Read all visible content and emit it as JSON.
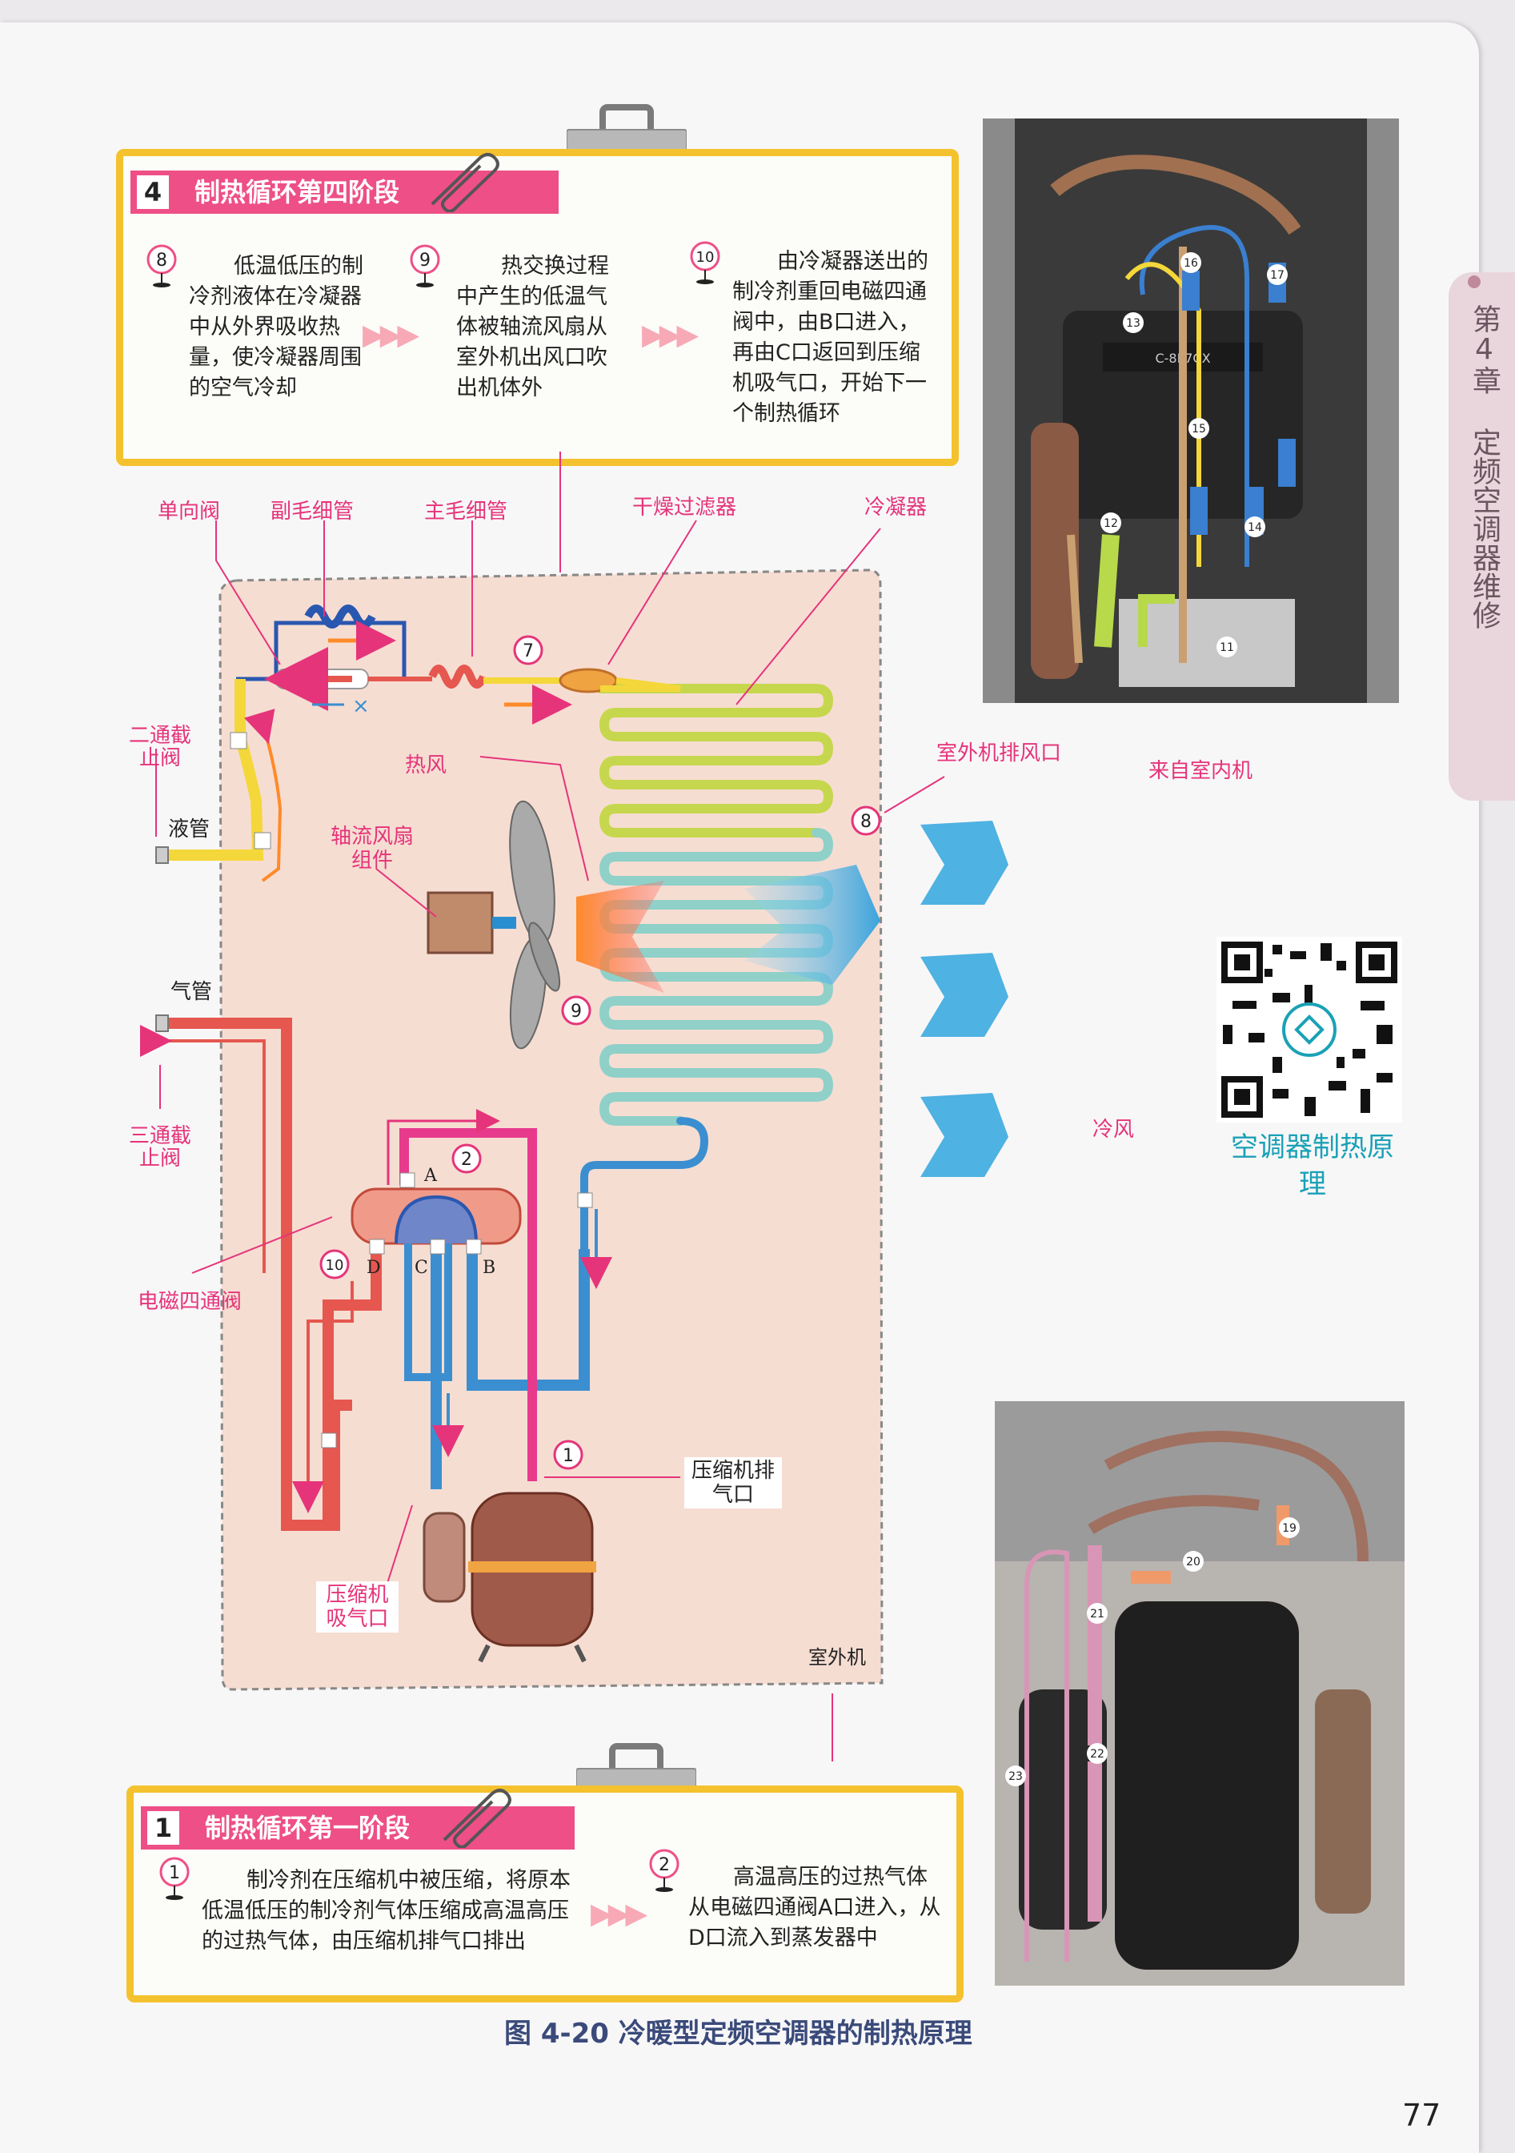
{
  "chapter_tab": "第4章 定频空调器维修",
  "stage4": {
    "number": "4",
    "title": "制热循环第四阶段",
    "steps": [
      {
        "marker": "8",
        "text": "低温低压的制冷剂液体在冷凝器中从外界吸收热量，使冷凝器周围的空气冷却"
      },
      {
        "marker": "9",
        "text": "热交换过程中产生的低温气体被轴流风扇从室外机出风口吹出机体外"
      },
      {
        "marker": "10",
        "text": "由冷凝器送出的制冷剂重回电磁四通阀中，由B口进入，再由C口返回到压缩机吸气口，开始下一个制热循环"
      }
    ]
  },
  "stage1": {
    "number": "1",
    "title": "制热循环第一阶段",
    "steps": [
      {
        "marker": "1",
        "text": "制冷剂在压缩机中被压缩，将原本低温低压的制冷剂气体压缩成高温高压的过热气体，由压缩机排气口排出"
      },
      {
        "marker": "2",
        "text": "高温高压的过热气体从电磁四通阀A口进入，从D口流入到蒸发器中"
      }
    ]
  },
  "diagram": {
    "labels": {
      "check_valve": "单向阀",
      "aux_capillary": "副毛细管",
      "main_capillary": "主毛细管",
      "drier_filter": "干燥过滤器",
      "condenser": "冷凝器",
      "two_way_valve": "二通截止阀",
      "liquid_pipe": "液管",
      "hot_air": "热风",
      "axial_fan": "轴流风扇组件",
      "gas_pipe": "气管",
      "three_way_valve": "三通截止阀",
      "four_way_valve": "电磁四通阀",
      "compressor_outlet": "压缩机排气口",
      "compressor_inlet": "压缩机吸气口",
      "outdoor_unit": "室外机",
      "outdoor_exhaust": "室外机排风口",
      "cold_air": "冷风",
      "from_indoor": "来自室内机"
    },
    "valve_ports": {
      "a": "A",
      "b": "B",
      "c": "C",
      "d": "D"
    },
    "markers": {
      "m1": "1",
      "m2": "2",
      "m7": "7",
      "m8": "8",
      "m9": "9",
      "m10": "10"
    }
  },
  "photo_top_markers": [
    "11",
    "12",
    "13",
    "14",
    "15",
    "16",
    "17"
  ],
  "photo_bottom_markers": [
    "19",
    "20",
    "21",
    "22",
    "23"
  ],
  "photo_label": "C-8P7CX",
  "qr_caption": "空调器制热原理",
  "figure_caption": "图 4-20   冷暖型定频空调器的制热原理",
  "page_number": "77",
  "colors": {
    "pink": "#ee4f86",
    "yellow": "#f4c22e",
    "red_pipe": "#e5574f",
    "blue_pipe": "#3b8fd0",
    "panel": "#f6ddd2"
  }
}
